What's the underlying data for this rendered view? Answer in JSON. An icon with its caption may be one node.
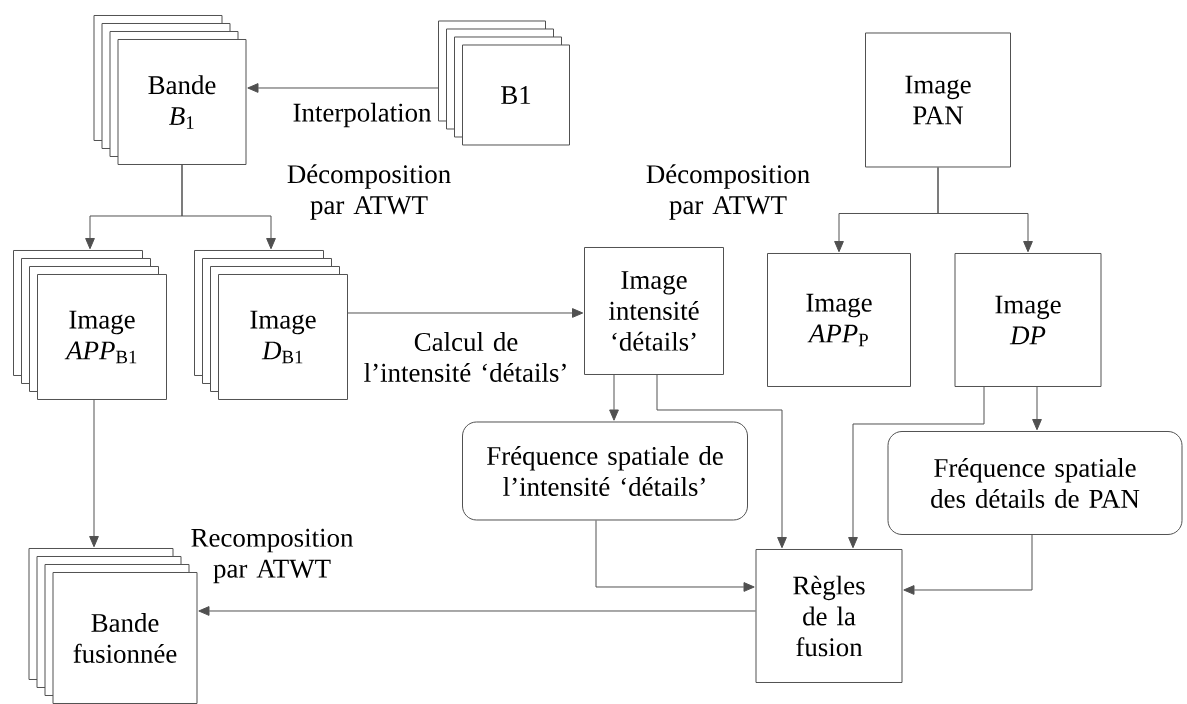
{
  "diagram": {
    "nodes": [
      {
        "text": [
          "Bande *B*$_{1}$"
        ]
      },
      {
        "text": [
          "B1"
        ]
      },
      {
        "text": [
          "Image *APP*$_{B1}$"
        ]
      },
      {
        "text": [
          "Image *D*$_{B1}$"
        ]
      },
      {
        "text": [
          "Image intensité ‘détails’"
        ]
      },
      {
        "text": [
          "Image PAN"
        ]
      },
      {
        "text": [
          "Image *APP*$_{P}$"
        ]
      },
      {
        "text": [
          "Image *DP*"
        ]
      },
      {
        "text": [
          "Fréquence spatiale de l’intensité ‘détails’"
        ]
      },
      {
        "text": [
          "Fréquence spatiale des détails de PAN"
        ]
      },
      {
        "text": [
          "Règles de la fusion"
        ]
      },
      {
        "text": [
          "Bande fusionnée"
        ]
      }
    ],
    "edges": [
      {
        "from": 1,
        "to": 0,
        "arrow": "to",
        "label": "Interpolation"
      },
      {
        "from": 0,
        "to": 2,
        "arrow": "to"
      },
      {
        "from": 0,
        "to": 3,
        "arrow": "to"
      },
      {
        "from": 3,
        "to": 4,
        "arrow": "to",
        "label": "Calcul de l’intensité ‘détails’"
      },
      {
        "from": 5,
        "to": 6,
        "arrow": "to"
      },
      {
        "from": 5,
        "to": 7,
        "arrow": "to"
      },
      {
        "from": 4,
        "to": 8,
        "arrow": "to"
      },
      {
        "from": 4,
        "to": 10,
        "arrow": "to"
      },
      {
        "from": 7,
        "to": 9,
        "arrow": "to"
      },
      {
        "from": 7,
        "to": 10,
        "arrow": "to"
      },
      {
        "from": 8,
        "to": 10,
        "arrow": "to"
      },
      {
        "from": 9,
        "to": 10,
        "arrow": "to"
      },
      {
        "from": 10,
        "to": 11,
        "arrow": "to",
        "label": "Recomposition par ATWT"
      },
      {
        "from": 2,
        "to": 11,
        "arrow": "to"
      }
    ],
    "labels": [
      "Décomposition par ATWT",
      "Décomposition par ATWT"
    ]
  }
}
